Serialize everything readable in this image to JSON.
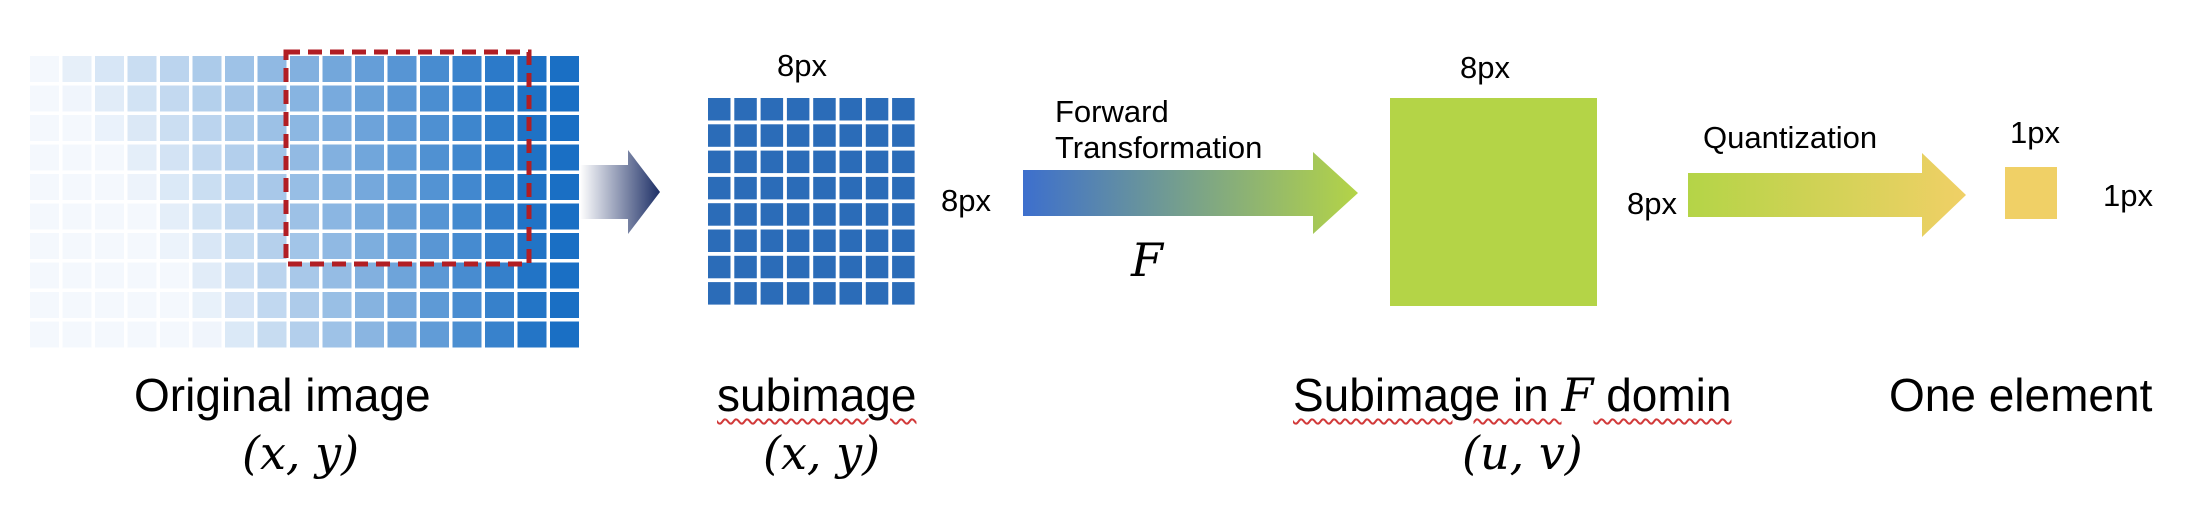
{
  "colors": {
    "dark_blue": "#2b6cb8",
    "red_dash": "#b11e24",
    "green": "#b4d447",
    "yellow": "#f0d066",
    "navy_arrow": "#1d2f66"
  },
  "stages": {
    "original": {
      "title": "Original image",
      "coords": "(x, y)"
    },
    "subimage": {
      "title": "subimage",
      "coords": "(x, y)",
      "width_label": "8px",
      "height_label": "8px"
    },
    "freq": {
      "title_prefix": "Subimage in ",
      "title_symbol": "F",
      "title_suffix": " domin",
      "coords": "(u, v)",
      "width_label": "8px",
      "height_label": "8px"
    },
    "element": {
      "title": "One element",
      "width_label": "1px",
      "height_label": "1px"
    }
  },
  "arrows": {
    "forward": {
      "line1": "Forward",
      "line2": "Transformation",
      "symbol": "F"
    },
    "quantization": {
      "label": "Quantization"
    }
  }
}
